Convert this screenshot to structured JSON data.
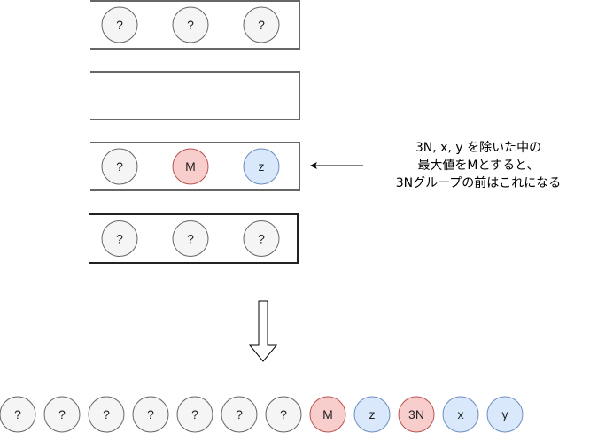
{
  "colors": {
    "unknown_fill": "#f5f5f5",
    "unknown_stroke": "#666666",
    "red_fill": "#f8cecc",
    "red_stroke": "#b85450",
    "blue_fill": "#dae8fc",
    "blue_stroke": "#6c8ebf"
  },
  "groups": [
    {
      "nodes": [
        {
          "label": "?",
          "kind": "unknown"
        },
        {
          "label": "?",
          "kind": "unknown"
        },
        {
          "label": "?",
          "kind": "unknown"
        }
      ]
    },
    {
      "nodes": []
    },
    {
      "nodes": [
        {
          "label": "?",
          "kind": "unknown"
        },
        {
          "label": "M",
          "kind": "red"
        },
        {
          "label": "z",
          "kind": "blue"
        }
      ]
    },
    {
      "nodes": [
        {
          "label": "?",
          "kind": "unknown"
        },
        {
          "label": "?",
          "kind": "unknown"
        },
        {
          "label": "?",
          "kind": "unknown"
        }
      ]
    }
  ],
  "note": {
    "lines": [
      "3N, x, y を除いた中の",
      "最大値をMとすると、",
      "3Nグループの前はこれになる"
    ]
  },
  "result": [
    {
      "label": "?",
      "kind": "unknown"
    },
    {
      "label": "?",
      "kind": "unknown"
    },
    {
      "label": "?",
      "kind": "unknown"
    },
    {
      "label": "?",
      "kind": "unknown"
    },
    {
      "label": "?",
      "kind": "unknown"
    },
    {
      "label": "?",
      "kind": "unknown"
    },
    {
      "label": "?",
      "kind": "unknown"
    },
    {
      "label": "M",
      "kind": "red"
    },
    {
      "label": "z",
      "kind": "blue"
    },
    {
      "label": "3N",
      "kind": "red"
    },
    {
      "label": "x",
      "kind": "blue"
    },
    {
      "label": "y",
      "kind": "blue"
    }
  ]
}
